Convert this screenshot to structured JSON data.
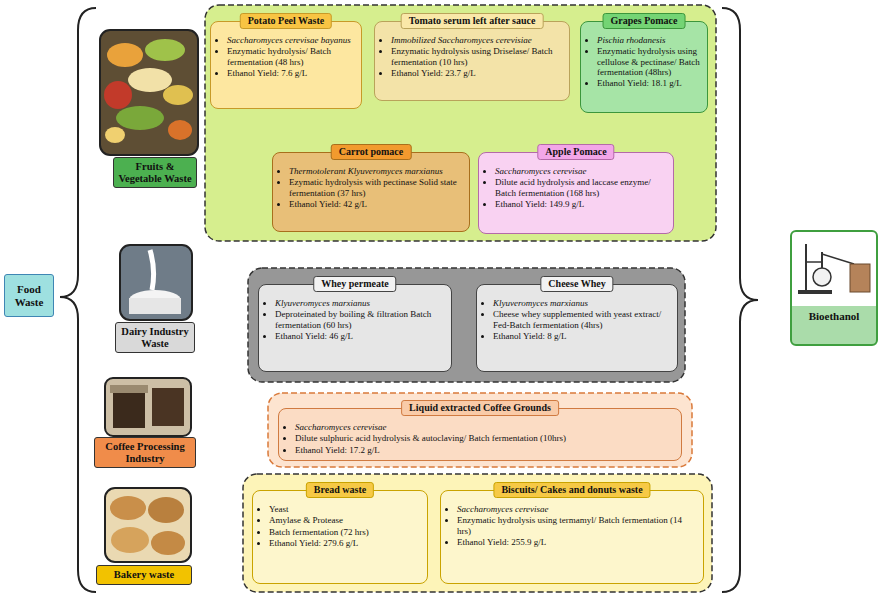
{
  "diagram": {
    "nodes": [
      {
        "text": [
          "Food Waste"
        ]
      },
      {
        "text": [
          "Fruits & Vegetable Waste"
        ]
      },
      {
        "text": [
          "Potato Peel Waste",
          "Saccharomyces cerevisae bayanus",
          "Enzymatic hydrolysis/ Batch fermentation (48 hrs)",
          "Ethanol Yield: 7.6 g/L"
        ]
      },
      {
        "text": [
          "Tomato serum left after sauce",
          "Immobilized Saccharomyces cerevisiae",
          "Enzymatic hydrolysis using Driselase/ Batch fermentation (10 hrs)",
          "Ethanol Yield: 23.7 g/L"
        ]
      },
      {
        "text": [
          "Grapes Pomace",
          "Pischia rhodanesis",
          "Enzymatic hydrolysis using cellulose & pectinase/ Batch fermentation (48hrs)",
          "Ethanol Yield: 18.1 g/L"
        ]
      },
      {
        "text": [
          "Carrot pomace",
          "Thermotolerant Klyuveromyces marxianus",
          "Ezymatic hydrolysis with pectinase Solid state fermentation (37 hrs)",
          "Ethanol Yield: 42 g/L"
        ]
      },
      {
        "text": [
          "Apple Pomace",
          "Saccharomyces cerevisae",
          "Dilute acid hydrolysis and laccase enzyme/ Batch fermentation (168 hrs)",
          "Ethanol Yield: 149.9 g/L"
        ]
      },
      {
        "text": [
          "Dairy Industry Waste"
        ]
      },
      {
        "text": [
          "Whey permeate",
          "Klyuveromyces marxianus",
          "Deproteinated by boiling & filtration Batch fermentation (60 hrs)",
          "Ethanol Yield: 46 g/L"
        ]
      },
      {
        "text": [
          "Cheese Whey",
          "Klyuveromyces marxianus",
          "Cheese whey supplemented with yeast extract/ Fed-Batch fermentation (4hrs)",
          "Ethanol Yield: 8 g/L"
        ]
      },
      {
        "text": [
          "Coffee Processing Industry"
        ]
      },
      {
        "text": [
          "Liquid extracted Coffee Grounds",
          "Saccharomyces cerevisae",
          "Dilute sulphuric acid hydrolysis & autoclaving/ Batch fermentation (10hrs)",
          "Ethanol Yield: 17.2 g/L"
        ]
      },
      {
        "text": [
          "Bakery waste"
        ]
      },
      {
        "text": [
          "Bread waste",
          "Yeast",
          "Amylase & Protease",
          "Batch fermentation (72 hrs)",
          "Ethanol Yield: 279.6 g/L"
        ]
      },
      {
        "text": [
          "Biscuits/ Cakes and donuts waste",
          "Saccharomyces cerevisae",
          "Enzymatic hydrolysis using termamyl/ Batch fermentation (14 hrs)",
          "Ethanol Yield: 255.9 g/L"
        ]
      },
      {
        "text": [
          "Bioethanol"
        ]
      }
    ]
  }
}
